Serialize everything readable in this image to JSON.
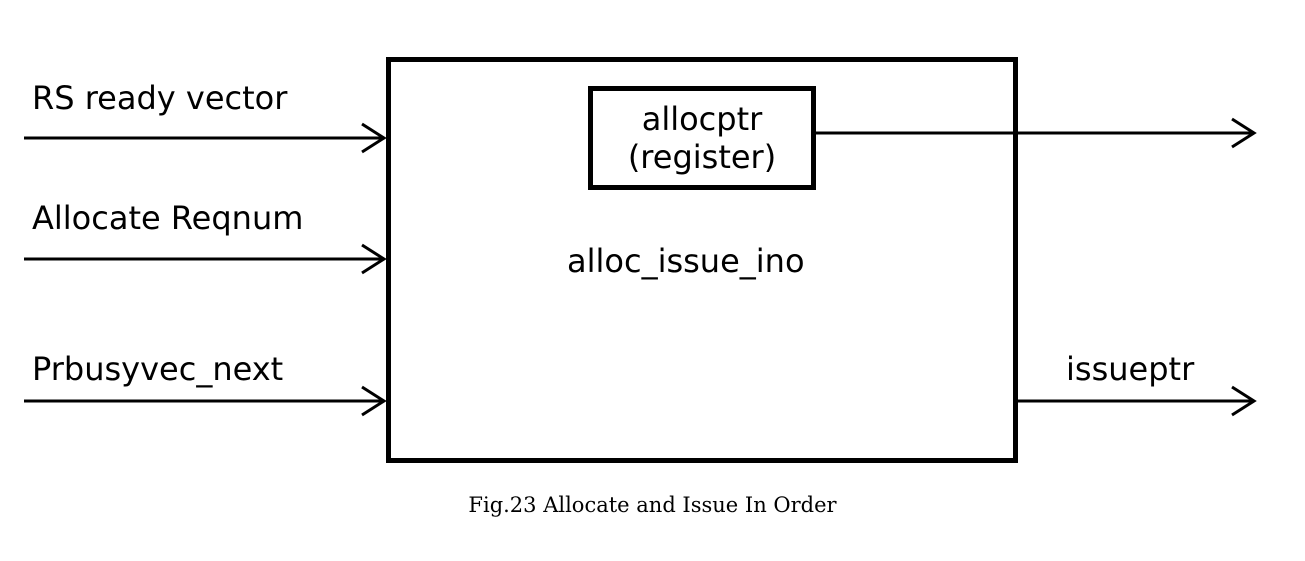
{
  "diagram": {
    "inputs": [
      {
        "id": "rs",
        "label": "RS ready vector"
      },
      {
        "id": "alloc",
        "label": "Allocate Reqnum"
      },
      {
        "id": "prb",
        "label": "Prbusyvec_next"
      }
    ],
    "block": {
      "title": "alloc_issue_ino",
      "register": {
        "line1": "allocptr",
        "line2": "(register)"
      }
    },
    "outputs": [
      {
        "id": "allocptr-out",
        "label": ""
      },
      {
        "id": "issue",
        "label": "issueptr"
      }
    ],
    "caption": "Fig.23   Allocate and Issue In Order"
  }
}
